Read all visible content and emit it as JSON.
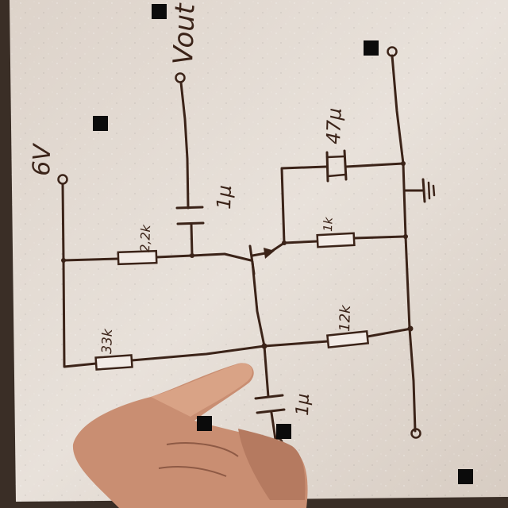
{
  "labels": {
    "supply": "6V",
    "output": "Vout",
    "r_collector": "2,2k",
    "r_base_upper": "33k",
    "r_base_lower": "12k",
    "r_emitter": "1k",
    "c_output": "1μ",
    "c_input": "1μ",
    "c_emitter": "47μ"
  },
  "colors": {
    "paper": "#e4dcd3",
    "ink": "#3b2318",
    "skin": "#c98e72",
    "background": "#3a2e26"
  }
}
